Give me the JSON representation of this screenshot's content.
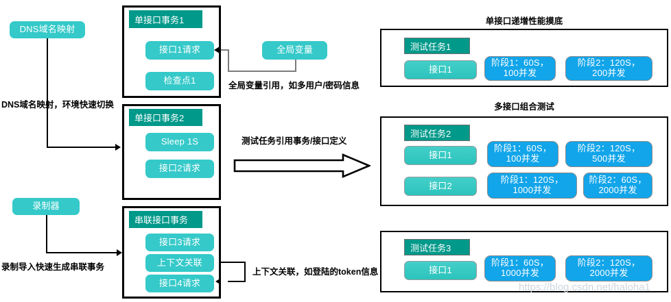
{
  "diagram": {
    "left_column": {
      "dns_node": {
        "label": "DNS域名映射"
      },
      "dns_caption": {
        "text": "DNS域名映射，环境快速切换"
      },
      "recorder_node": {
        "label": "录制器"
      },
      "recorder_caption": {
        "text": "录制导入快速生成串联事务"
      }
    },
    "transactions": [
      {
        "header": "单接口事务1",
        "steps": [
          "接口1请求",
          "检查点1"
        ]
      },
      {
        "header": "单接口事务2",
        "steps": [
          "Sleep 1S",
          "接口2请求"
        ]
      },
      {
        "header": "串联接口事务",
        "steps": [
          "接口3请求",
          "上下文关联",
          "接口4请求"
        ]
      }
    ],
    "middle": {
      "global_var_node": {
        "label": "全局变量"
      },
      "global_var_caption": {
        "text": "全局变量引用，如多用户/密码信息"
      },
      "flow_caption": {
        "text": "测试任务引用事务/接口定义"
      },
      "context_caption": {
        "text": "上下文关联，如登陆的token信息"
      }
    },
    "right_column": {
      "sections": [
        {
          "title": "单接口递增性能摸底",
          "task_header": "测试任务1",
          "rows": [
            {
              "interface": "接口1",
              "phases": [
                "阶段1：60S，100并发",
                "阶段2：120S，200并发"
              ]
            }
          ]
        },
        {
          "title": "多接口组合测试",
          "task_header": "测试任务2",
          "rows": [
            {
              "interface": "接口1",
              "phases": [
                "阶段1：60S，100并发",
                "阶段2：120S，500并发"
              ]
            },
            {
              "interface": "接口2",
              "phases": [
                "阶段1：120S，1000并发",
                "阶段2：60S，2000并发"
              ]
            }
          ]
        },
        {
          "title": "",
          "task_header": "测试任务3",
          "rows": [
            {
              "interface": "接口1",
              "phases": [
                "阶段1：60S，1000并发",
                "阶段2：120S，2000并发"
              ]
            }
          ]
        }
      ]
    },
    "watermark": {
      "text": "https://blog.csdn.net/haloha1"
    },
    "colors": {
      "header_teal": "#00998a",
      "node_teal": "#35c9c9",
      "phase_blue": "#12a5ea",
      "border_black": "#000000",
      "connector_grey": "#7b7b7b",
      "watermark_grey": "#cfd6dd"
    }
  }
}
